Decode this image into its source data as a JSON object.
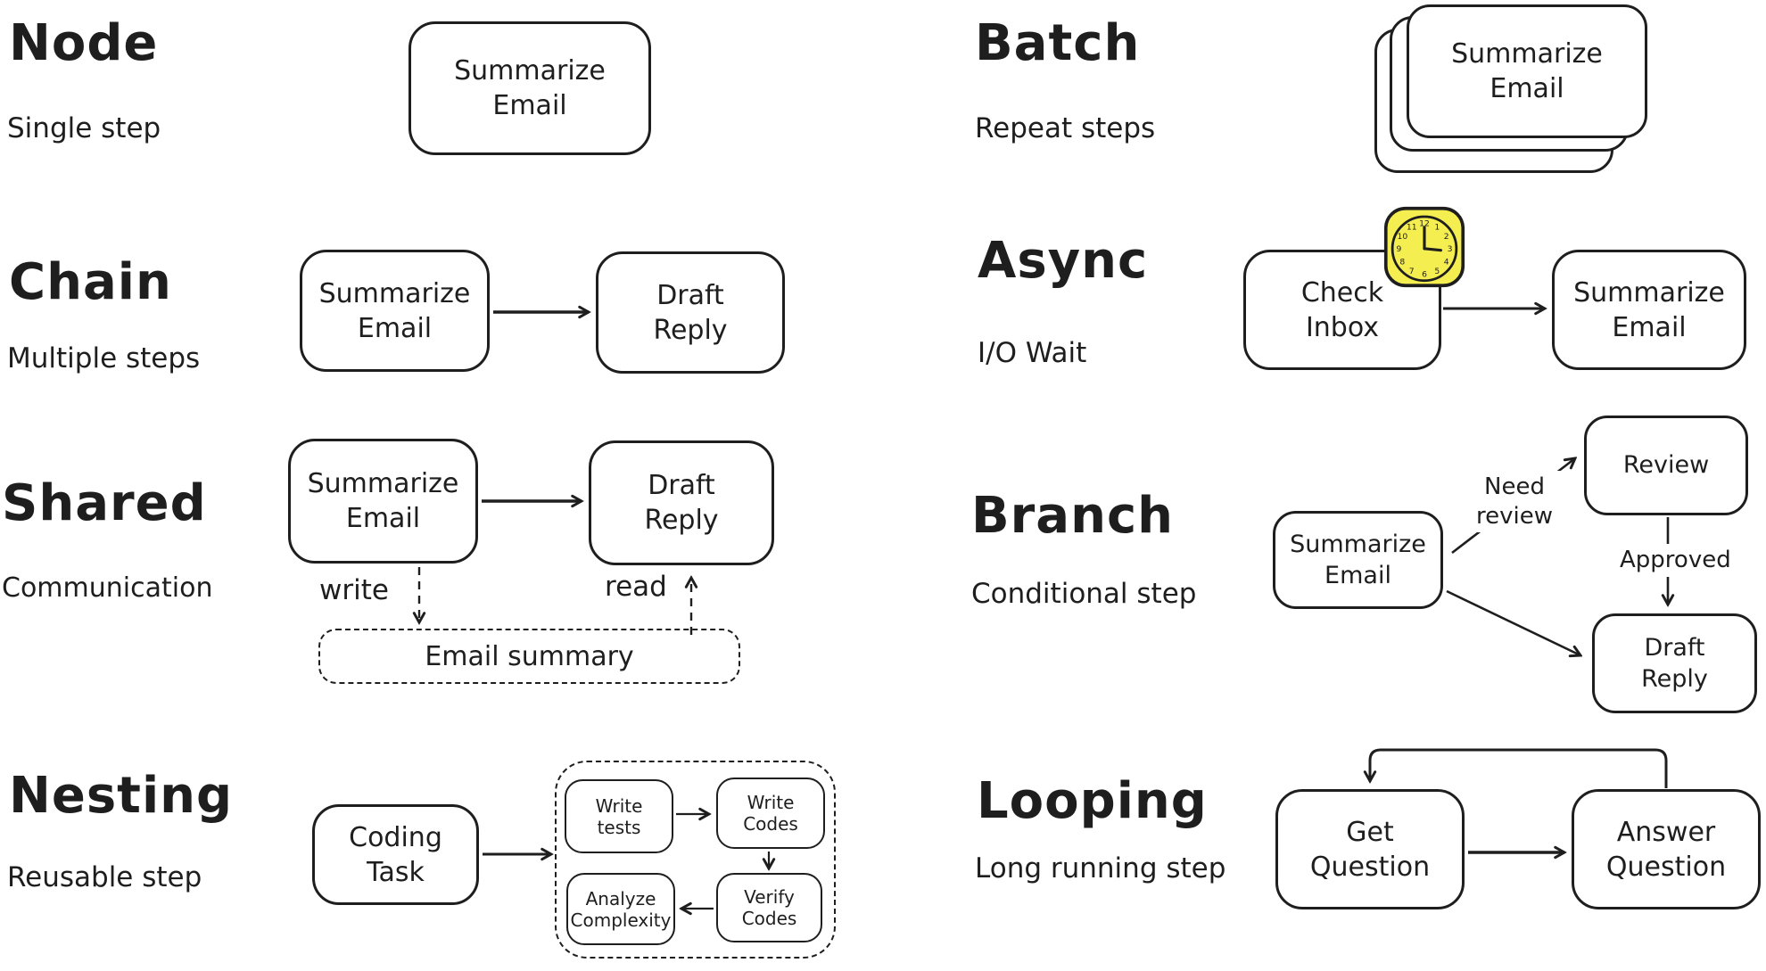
{
  "colors": {
    "ink": "#1e1e1e",
    "background": "#ffffff",
    "clock_fill": "#f5ee51"
  },
  "sections": {
    "node": {
      "title": "Node",
      "subtitle": "Single step",
      "box": "Summarize\nEmail"
    },
    "batch": {
      "title": "Batch",
      "subtitle": "Repeat steps",
      "box": "Summarize\nEmail"
    },
    "chain": {
      "title": "Chain",
      "subtitle": "Multiple steps",
      "box1": "Summarize\nEmail",
      "box2": "Draft\nReply"
    },
    "async": {
      "title": "Async",
      "subtitle": "I/O Wait",
      "box1": "Check\nInbox",
      "box2": "Summarize\nEmail"
    },
    "shared": {
      "title": "Shared",
      "subtitle": "Communication",
      "box1": "Summarize\nEmail",
      "box2": "Draft\nReply",
      "write": "write",
      "read": "read",
      "store": "Email summary"
    },
    "branch": {
      "title": "Branch",
      "subtitle": "Conditional step",
      "box1": "Summarize\nEmail",
      "box2": "Review",
      "box3": "Draft\nReply",
      "edge1": "Need\nreview",
      "edge2": "Approved"
    },
    "nesting": {
      "title": "Nesting",
      "subtitle": "Reusable step",
      "box1": "Coding\nTask",
      "inner1": "Write\ntests",
      "inner2": "Write\nCodes",
      "inner3": "Verify\nCodes",
      "inner4": "Analyze\nComplexity"
    },
    "looping": {
      "title": "Looping",
      "subtitle": "Long running step",
      "box1": "Get\nQuestion",
      "box2": "Answer\nQuestion"
    }
  },
  "clock_numbers": [
    "12",
    "1",
    "2",
    "3",
    "4",
    "5",
    "6",
    "7",
    "8",
    "9",
    "10",
    "11"
  ]
}
